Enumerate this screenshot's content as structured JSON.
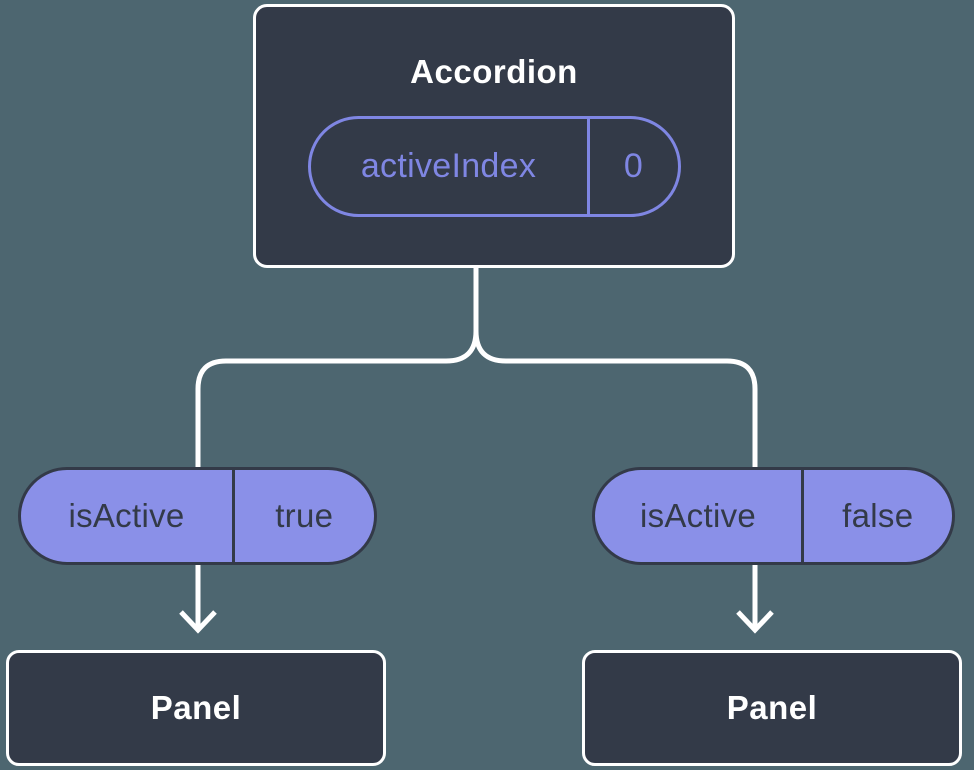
{
  "canvas": {
    "background": "#4d6670"
  },
  "colors": {
    "canvas_bg": "#4d6670",
    "node_fill": "#333a48",
    "node_border": "#ffffff",
    "title_text": "#ffffff",
    "accent_purple": "#7f86e3",
    "pill_fill": "#8a90e8",
    "pill_text": "#333a48",
    "connector": "#ffffff"
  },
  "diagram": {
    "root": {
      "title": "Accordion",
      "prop": {
        "label": "activeIndex",
        "value": "0"
      }
    },
    "children": [
      {
        "state": {
          "label": "isActive",
          "value": "true"
        },
        "node": {
          "title": "Panel"
        }
      },
      {
        "state": {
          "label": "isActive",
          "value": "false"
        },
        "node": {
          "title": "Panel"
        }
      }
    ]
  }
}
